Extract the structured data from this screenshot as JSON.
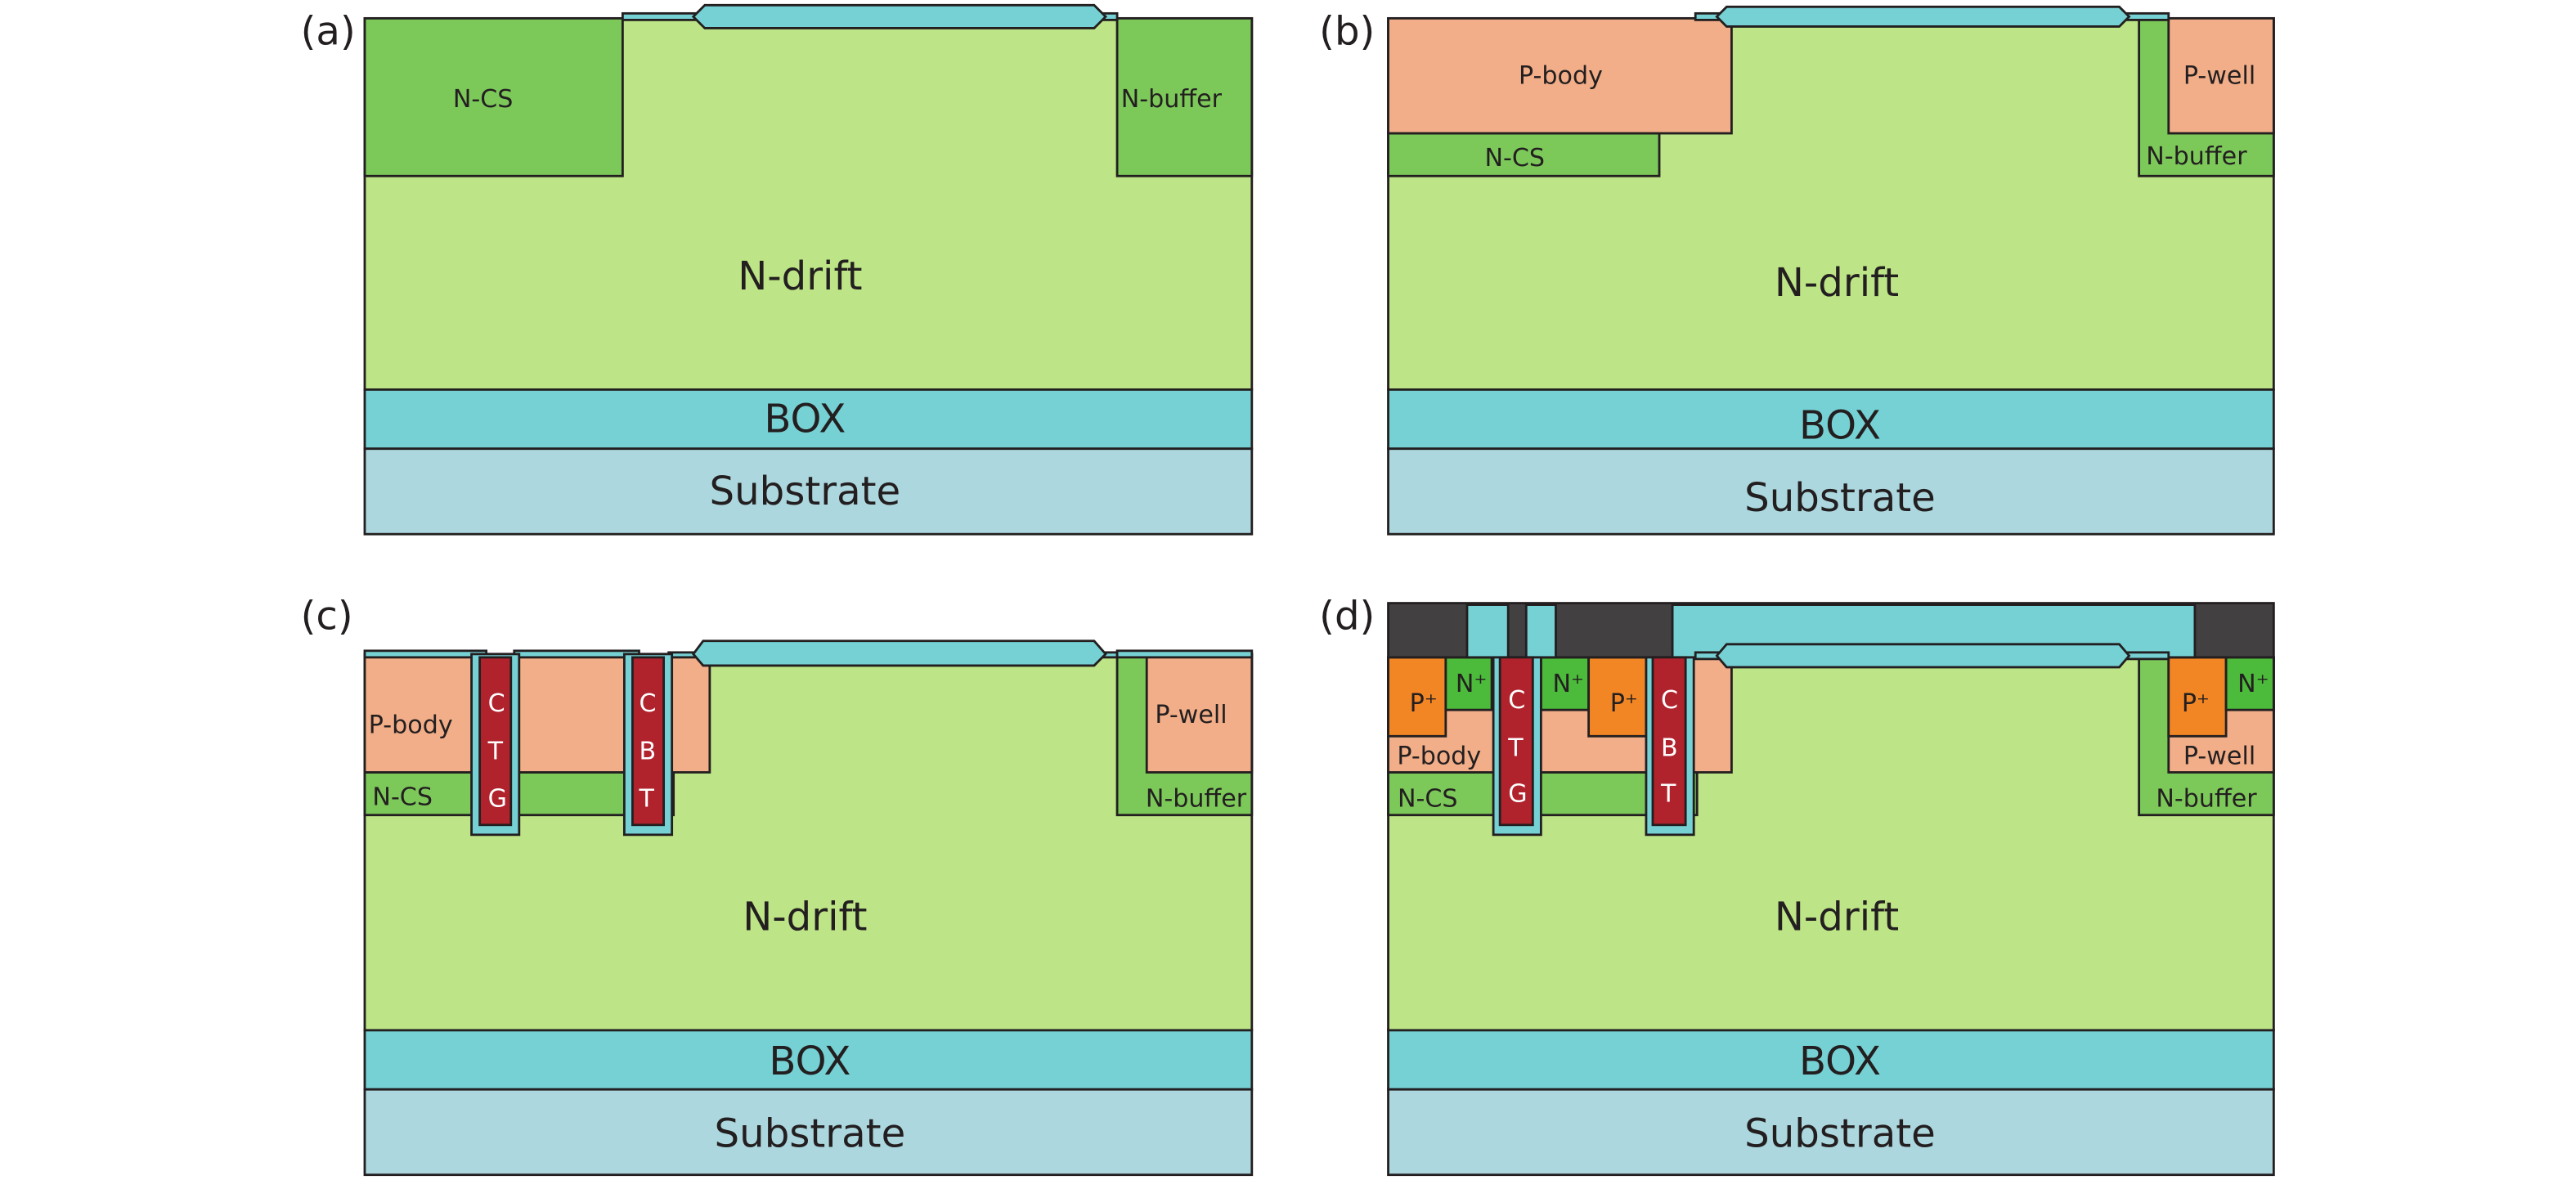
{
  "colors": {
    "ndrift": "#bde486",
    "ncs": "#7cc95a",
    "nplus": "#4cba3a",
    "pbody": "#f2ae88",
    "pplus": "#f28625",
    "oxide": "#76d1d4",
    "substrate": "#acd7de",
    "trench": "#b0222c",
    "metal": "#434042"
  },
  "panels": [
    {
      "label": "(a)",
      "ncs": "N-CS",
      "nbuffer": "N-buffer",
      "ndrift": "N-drift",
      "box": "BOX",
      "substrate": "Substrate"
    },
    {
      "label": "(b)",
      "pbody": "P-body",
      "ncs": "N-CS",
      "pwell": "P-well",
      "nbuffer": "N-buffer",
      "ndrift": "N-drift",
      "box": "BOX",
      "substrate": "Substrate"
    },
    {
      "label": "(c)",
      "pbody": "P-body",
      "ncs": "N-CS",
      "ctg": [
        "C",
        "T",
        "G"
      ],
      "cbt": [
        "C",
        "B",
        "T"
      ],
      "pwell": "P-well",
      "nbuffer": "N-buffer",
      "ndrift": "N-drift",
      "box": "BOX",
      "substrate": "Substrate"
    },
    {
      "label": "(d)",
      "pplus": "P⁺",
      "nplus": "N⁺",
      "pbody": "P-body",
      "ncs": "N-CS",
      "ctg": [
        "C",
        "T",
        "G"
      ],
      "cbt": [
        "C",
        "B",
        "T"
      ],
      "pwell": "P-well",
      "nbuffer": "N-buffer",
      "ndrift": "N-drift",
      "box": "BOX",
      "substrate": "Substrate"
    }
  ]
}
